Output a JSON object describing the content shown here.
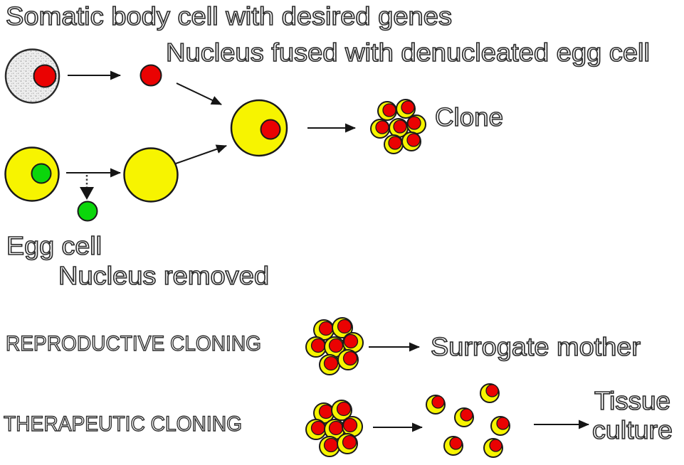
{
  "diagram": {
    "title": "Somatic body cell with desired genes",
    "subtitle": "Nucleus fused with denucleated egg cell",
    "labels": {
      "clone": "Clone",
      "egg_cell": "Egg cell",
      "nucleus_removed": "Nucleus removed",
      "reproductive_cloning": "REPRODUCTIVE CLONING",
      "surrogate_mother": "Surrogate mother",
      "therapeutic_cloning": "THERAPEUTIC CLONING",
      "tissue_culture_line1": "Tissue",
      "tissue_culture_line2": "culture"
    },
    "colors": {
      "cell_yellow": "#f7f400",
      "nucleus_red": "#ea0202",
      "nucleus_green": "#0bd60b",
      "somatic_cell_gray": "#ededed",
      "cell_outline": "#1a1a1a",
      "arrow_black": "#151515",
      "text_outline": "#2d2d2d",
      "background": "#ffffff"
    },
    "icons": [
      "somatic-cell-icon",
      "red-nucleus-icon",
      "egg-cell-icon",
      "green-nucleus-icon",
      "denucleated-egg-cell-icon",
      "fused-cell-icon",
      "clone-cluster-icon",
      "embryo-cluster-icon",
      "stem-cells-scattered-icon",
      "arrow-icon",
      "dashed-arrow-icon"
    ]
  }
}
